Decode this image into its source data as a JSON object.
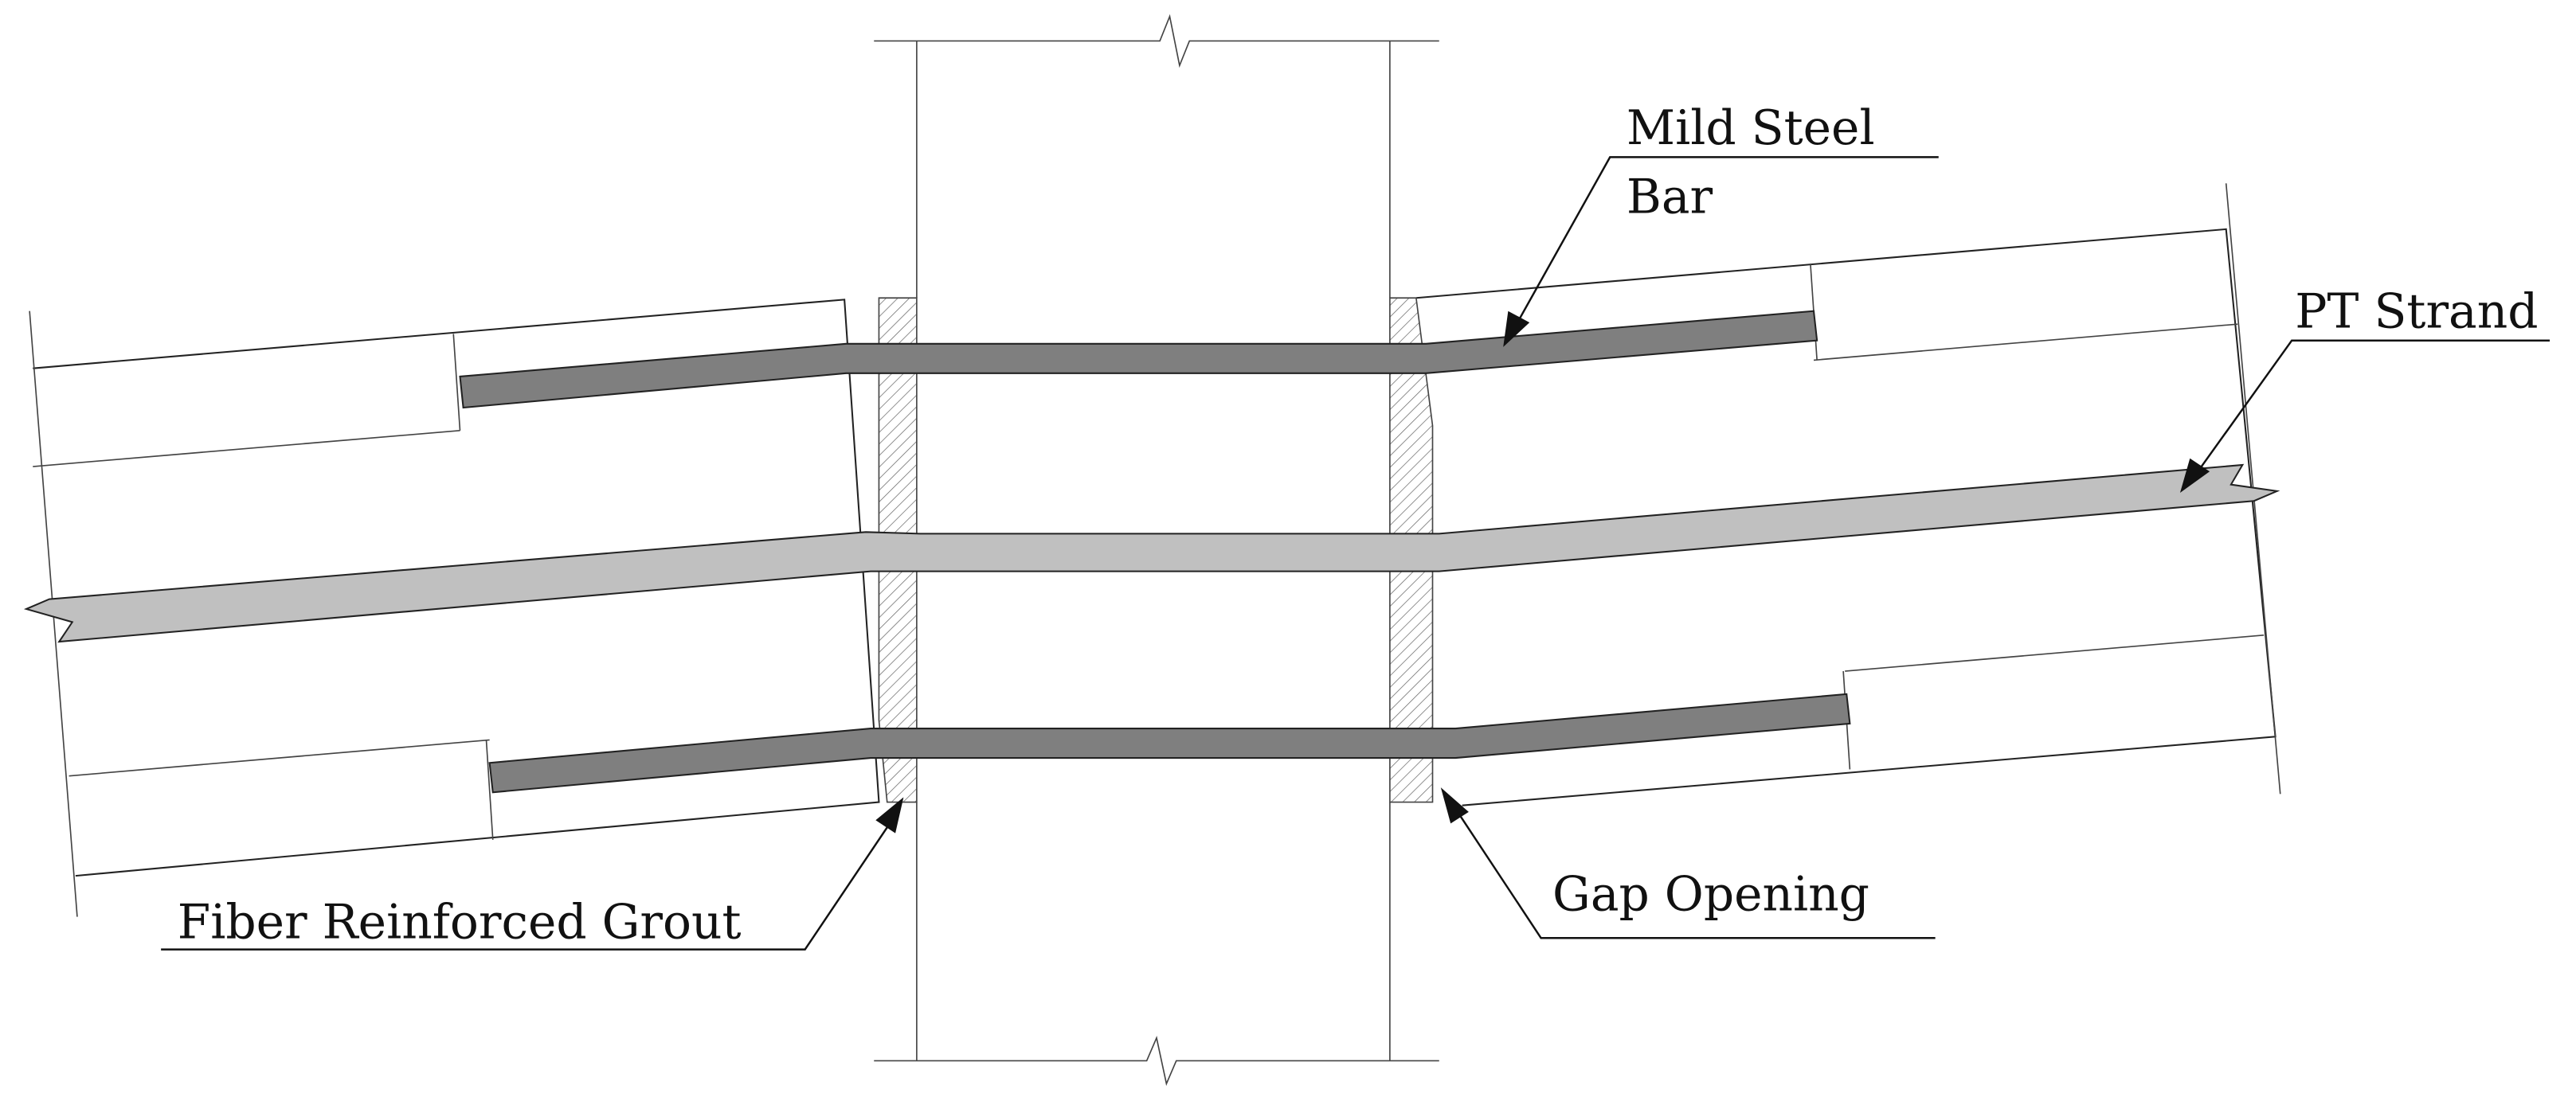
{
  "labels": {
    "mild_steel_line1": "Mild Steel",
    "mild_steel_line2": "Bar",
    "pt_strand": "PT Strand",
    "fiber_grout": "Fiber Reinforced Grout",
    "gap_opening": "Gap Opening"
  },
  "colors": {
    "mild_steel_bar": "#7f7f7f",
    "pt_strand": "#c0c0c0",
    "outline": "#222222",
    "background": "#ffffff"
  }
}
